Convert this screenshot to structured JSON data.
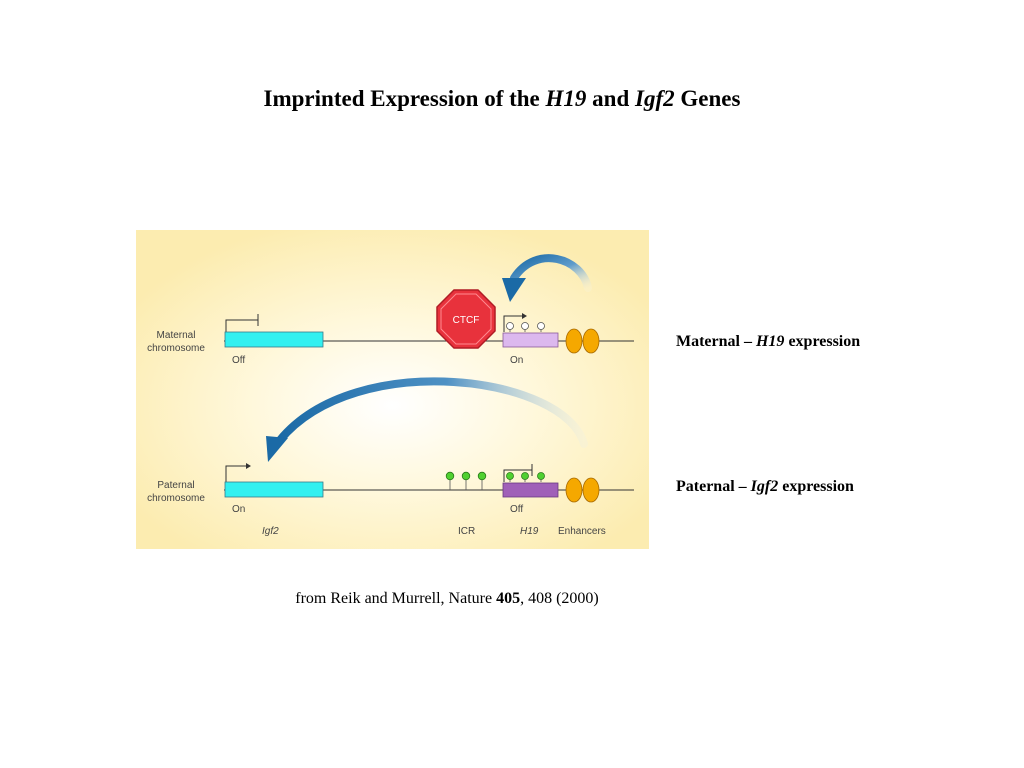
{
  "title": {
    "prefix": "Imprinted Expression of the ",
    "gene1": "H19",
    "middle": " and ",
    "gene2": "Igf2",
    "suffix": " Genes"
  },
  "figure": {
    "maternal": {
      "label_line1": "Maternal",
      "label_line2": "chromosome",
      "igf2_state": "Off",
      "h19_state": "On",
      "ctcf": "CTCF"
    },
    "paternal": {
      "label_line1": "Paternal",
      "label_line2": "chromosome",
      "igf2_state": "On",
      "h19_state": "Off"
    },
    "bottom_labels": {
      "igf2": "Igf2",
      "icr": "ICR",
      "h19": "H19",
      "enhancers": "Enhancers"
    },
    "colors": {
      "background": "#fdf0b8",
      "igf2_box": "#33f0f0",
      "h19_on": "#dcb8ee",
      "h19_off": "#a060b8",
      "ctcf_fill": "#e8323c",
      "enhancer": "#f5a800",
      "methyl": "#50d030",
      "arrow": "#1e6ea8"
    }
  },
  "side_labels": {
    "maternal": {
      "prefix": "Maternal – ",
      "gene": "H19",
      "suffix": " expression"
    },
    "paternal": {
      "prefix": "Paternal – ",
      "gene": "Igf2",
      "suffix": " expression"
    }
  },
  "citation": {
    "prefix": "from Reik and Murrell, Nature ",
    "volume": "405",
    "suffix": ", 408 (2000)"
  }
}
